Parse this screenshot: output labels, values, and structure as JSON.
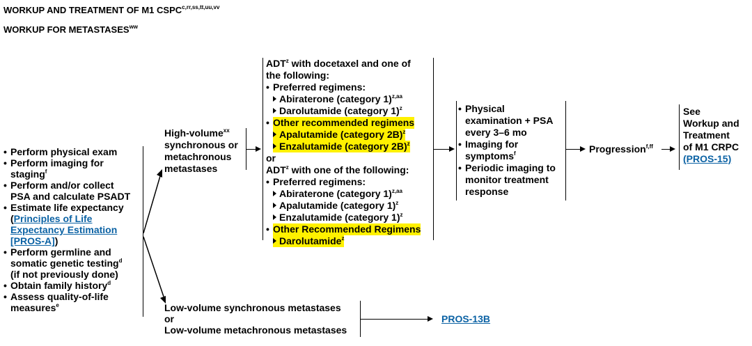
{
  "header": {
    "title": "WORKUP AND TREATMENT OF M1 CSPC",
    "title_sup": "c,rr,ss,tt,uu,vv",
    "subtitle": "WORKUP FOR METASTASES",
    "subtitle_sup": "ww"
  },
  "workup": {
    "item1": "Perform physical exam",
    "item2_l1": "Perform imaging for",
    "item2_l2": "staging",
    "item2_sup": "f",
    "item3_l1": "Perform and/or collect",
    "item3_l2": "PSA and calculate PSADT",
    "item4_l1": "Estimate life expectancy",
    "item4_l2_pre": "(",
    "item4_link1": "Principles of Life",
    "item4_link2": "Expectancy Estimation",
    "item4_link3": "[PROS-A]",
    "item4_l4_post": ")",
    "item5_l1": "Perform germline and",
    "item5_l2": "somatic genetic testing",
    "item5_sup": "d",
    "item5_l3": "(if not previously done)",
    "item6": "Obtain family history",
    "item6_sup": "d",
    "item7_l1": "Assess quality-of-life",
    "item7_l2": "measures",
    "item7_sup": "e"
  },
  "high_volume": {
    "l1": "High-volume",
    "l1_sup": "xx",
    "l2": "synchronous or",
    "l3": "metachronous",
    "l4": "metastases"
  },
  "low_volume": {
    "l1": "Low-volume synchronous metastases",
    "l2": "or",
    "l3": "Low-volume metachronous metastases",
    "link": "PROS-13B"
  },
  "treatment": {
    "a_l1_pre": "ADT",
    "a_l1_sup": "z",
    "a_l1_post": " with docetaxel and one of",
    "a_l2": "the following:",
    "a_pref": "Preferred regimens:",
    "a_p1": "Abiraterone (category 1)",
    "a_p1_sup": "z,aa",
    "a_p2": "Darolutamide (category 1)",
    "a_p2_sup": "z",
    "a_other": "Other recommended regimens",
    "a_o1": "Apalutamide (category 2B)",
    "a_o1_sup": "z",
    "a_o2": "Enzalutamide (category 2B)",
    "a_o2_sup": "z",
    "or": "or",
    "b_l1_pre": "ADT",
    "b_l1_sup": "z",
    "b_l1_post": " with one of the following:",
    "b_pref": "Preferred regimens:",
    "b_p1": "Abiraterone (category 1)",
    "b_p1_sup": "z,aa",
    "b_p2": "Apalutamide (category 1)",
    "b_p2_sup": "z",
    "b_p3": "Enzalutamide (category 1)",
    "b_p3_sup": "z",
    "b_other": "Other Recommended Regimens",
    "b_o1": "Darolutamide",
    "b_o1_sup": "z"
  },
  "monitoring": {
    "m1_l1": "Physical",
    "m1_l2": "examination + PSA",
    "m1_l3": "every 3–6 mo",
    "m2_l1": "Imaging for",
    "m2_l2": "symptoms",
    "m2_sup": "f",
    "m3_l1": "Periodic imaging to",
    "m3_l2": "monitor treatment",
    "m3_l3": "response"
  },
  "progression": {
    "label": "Progression",
    "sup": "f,ff"
  },
  "see": {
    "l1": "See",
    "l2": "Workup and",
    "l3": "Treatment",
    "l4": "of M1 CRPC",
    "link": "(PROS-15)"
  },
  "colors": {
    "highlight": "#fff100",
    "link": "#0b62a4"
  }
}
